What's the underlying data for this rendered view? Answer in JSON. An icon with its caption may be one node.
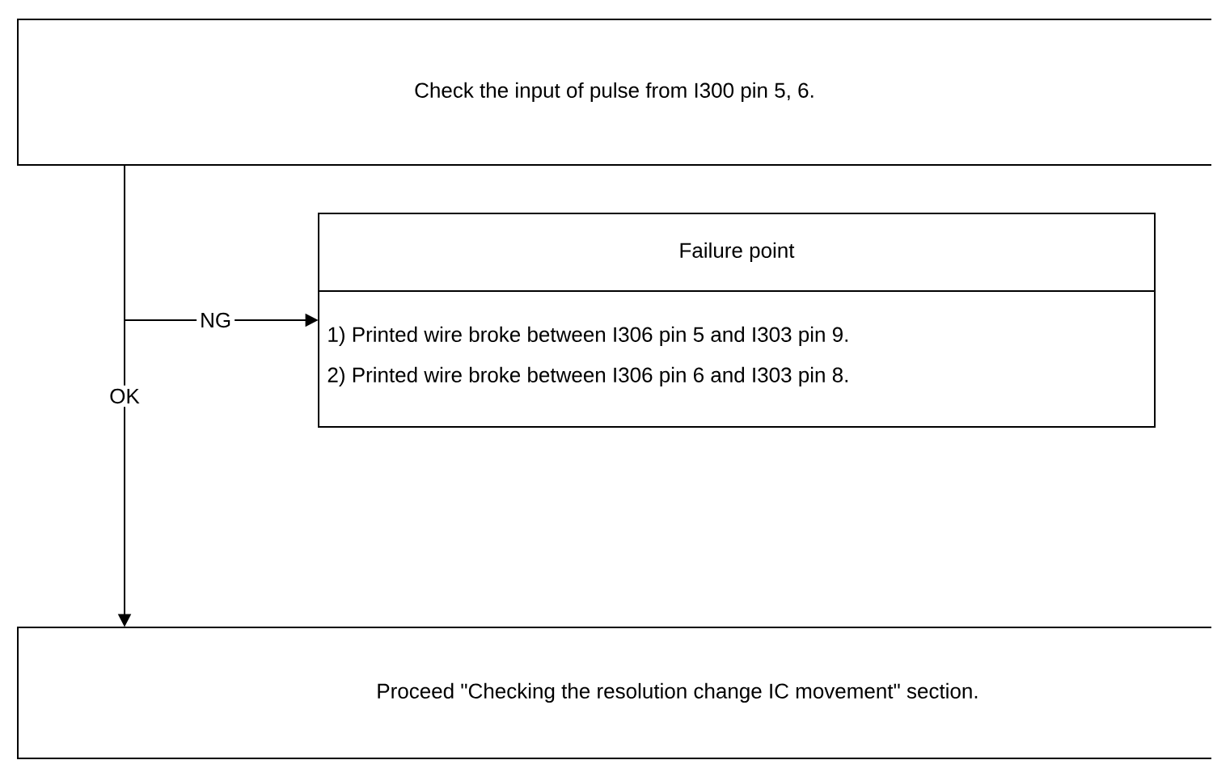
{
  "diagram": {
    "nodes": [
      {
        "text": [
          "Check the input of  pulse from I300 pin 5, 6."
        ]
      },
      {
        "text": [
          "Failure point",
          "1) Printed wire broke between I306 pin 5 and I303 pin 9.",
          "2) Printed wire broke between I306 pin 6 and I303 pin 8."
        ]
      },
      {
        "text": [
          "Proceed \"Checking the resolution change IC movement\" section."
        ]
      }
    ],
    "edges": [
      {
        "from": 0,
        "to": 1,
        "arrow": "to",
        "label": "NG"
      },
      {
        "from": 0,
        "to": 2,
        "arrow": "to",
        "label": "OK"
      }
    ]
  }
}
